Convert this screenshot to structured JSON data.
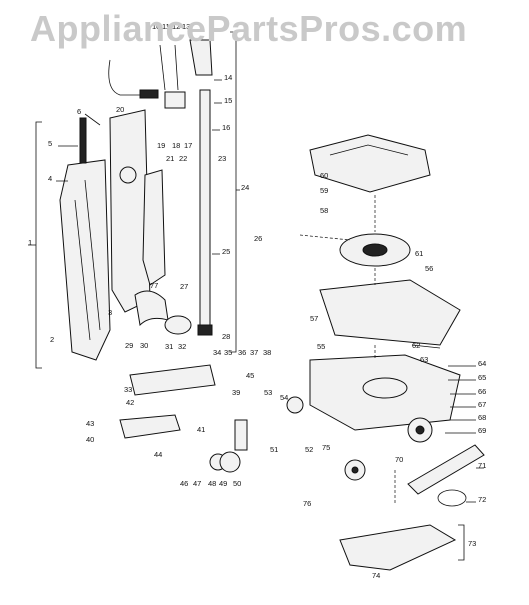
{
  "watermark": "AppliancePartsPros.com",
  "callouts": [
    "1",
    "2",
    "3",
    "4",
    "5",
    "6",
    "10",
    "11",
    "12",
    "13",
    "14",
    "15",
    "16",
    "17",
    "18",
    "19",
    "20",
    "21",
    "22",
    "23",
    "24",
    "25",
    "26",
    "27",
    "28",
    "29",
    "30",
    "31",
    "32",
    "33",
    "34",
    "35",
    "36",
    "37",
    "38",
    "39",
    "40",
    "41",
    "42",
    "43",
    "44",
    "45",
    "46",
    "47",
    "48",
    "49",
    "50",
    "51",
    "52",
    "53",
    "54",
    "55",
    "56",
    "57",
    "58",
    "59",
    "60",
    "61",
    "62",
    "63",
    "64",
    "65",
    "66",
    "67",
    "68",
    "69",
    "70",
    "71",
    "72",
    "73",
    "74",
    "75",
    "76",
    "77"
  ]
}
